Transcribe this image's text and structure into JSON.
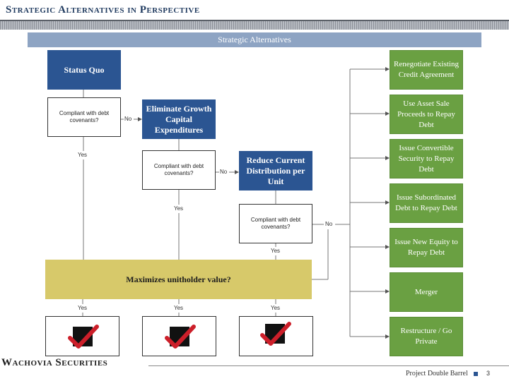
{
  "header": {
    "title": "Strategic Alternatives in Perspective"
  },
  "banner": {
    "text": "Strategic Alternatives"
  },
  "steps": {
    "status_quo": "Status Quo",
    "eliminate": "Eliminate Growth Capital Expenditures",
    "reduce": "Reduce Current Distribution per Unit"
  },
  "question": "Compliant with debt covenants?",
  "labels": {
    "no": "No",
    "yes": "Yes"
  },
  "maximize": "Maximizes unitholder value?",
  "alternatives": [
    "Renegotiate Existing Credit Agreement",
    "Use Asset Sale Proceeds to Repay Debt",
    "Issue Convertible Security to Repay Debt",
    "Issue Subordinated Debt to Repay Debt",
    "Issue New Equity to Repay Debt",
    "Merger",
    "Restructure / Go Private"
  ],
  "footer": {
    "logo": "Wachovia Securities",
    "project": "Project Double Barrel",
    "page": "3"
  },
  "colors": {
    "blue_box": "#2b5592",
    "green_box": "#6aa042",
    "yellow_box": "#d7c96a",
    "banner": "#8ea4c3",
    "check_red": "#cc1f2a"
  },
  "icons": [
    "checkmark-icon",
    "arrow-icon"
  ]
}
